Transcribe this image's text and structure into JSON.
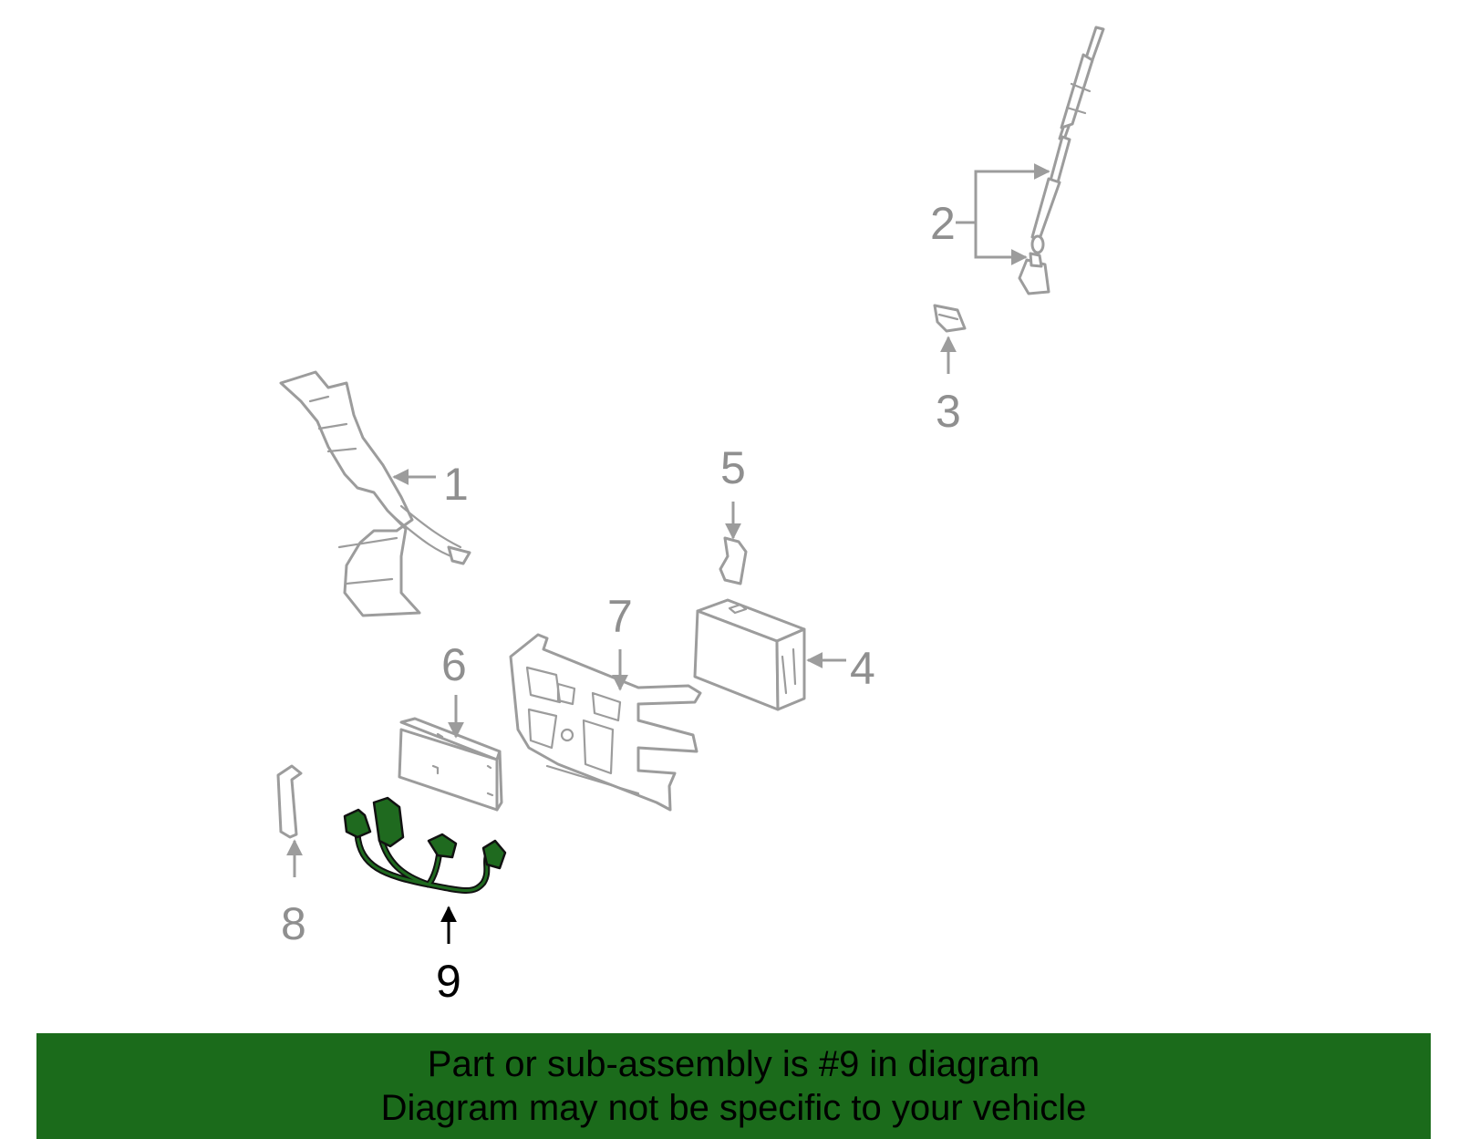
{
  "colors": {
    "banner_bg": "#1b6b1b",
    "highlight_part": "#1f6a1f",
    "part_outline": "#9c9c9c",
    "callout_gray": "#8f8f8f",
    "callout_active": "#000000"
  },
  "callouts": {
    "c1": "1",
    "c2": "2",
    "c3": "3",
    "c4": "4",
    "c5": "5",
    "c6": "6",
    "c7": "7",
    "c8": "8",
    "c9": "9"
  },
  "banner": {
    "line1": "Part or sub-assembly is #9 in diagram",
    "line2": "Diagram may not be specific to your vehicle"
  }
}
